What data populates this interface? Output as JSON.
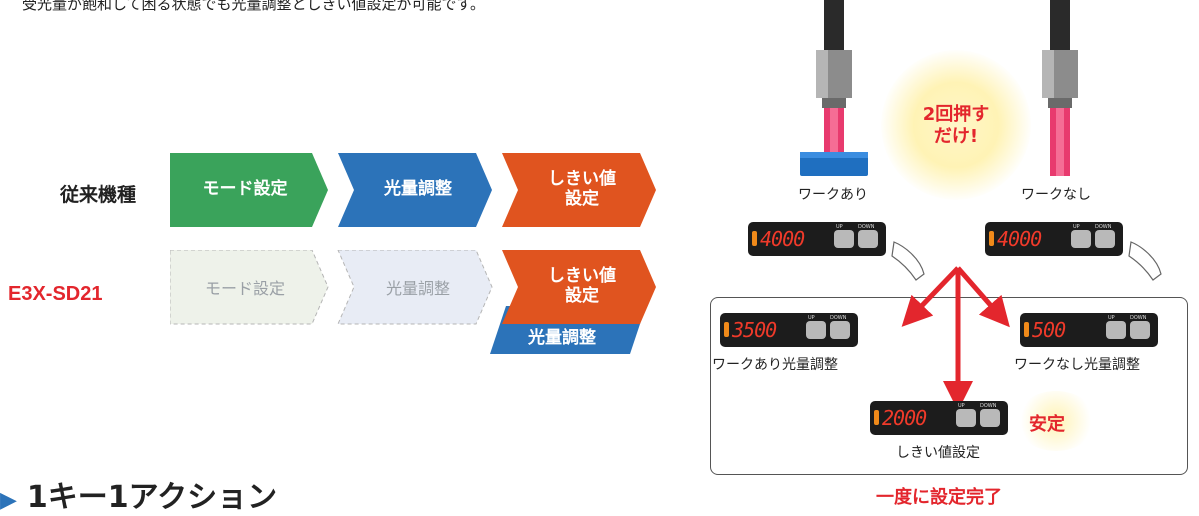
{
  "intro_text": "受光量が飽和して困る状態でも光量調整としきい値設定が可能です。",
  "rows": {
    "conventional_label": "従来機種",
    "e3x_label": "E3X-SD21"
  },
  "steps": {
    "mode_setting": "モード設定",
    "light_adjust": "光量調整",
    "threshold_line1": "しきい値",
    "threshold_line2": "設定"
  },
  "colors": {
    "green": "#3aa35b",
    "blue": "#2c73b9",
    "orange": "#e0541f",
    "red": "#e3262d"
  },
  "diagram": {
    "press_badge_line1": "2回押す",
    "press_badge_line2": "だけ!",
    "work_present": "ワークあり",
    "work_absent": "ワークなし",
    "display_initial": "4000",
    "display_present_adjust": "3500",
    "display_absent_adjust": "500",
    "display_threshold": "2000",
    "present_adjust_caption": "ワークあり光量調整",
    "absent_adjust_caption": "ワークなし光量調整",
    "threshold_caption": "しきい値設定",
    "stable_label": "安定",
    "button_up": "UP",
    "button_down": "DOWN",
    "complete_label": "一度に設定完了"
  },
  "heading": {
    "icon": "arrow-right-icon",
    "text": "1キー1アクション"
  }
}
